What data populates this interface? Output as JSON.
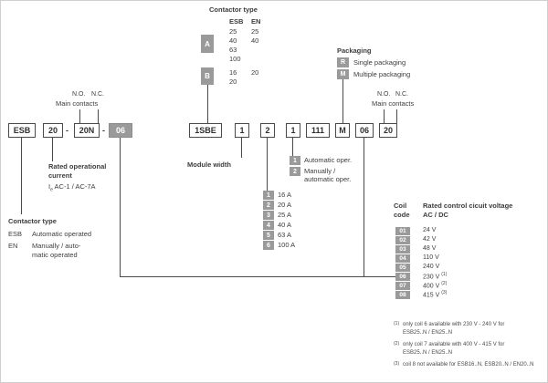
{
  "top_table": {
    "title": "Contactor type",
    "header": {
      "c1": "ESB",
      "c2": "EN"
    },
    "a_code": "A",
    "a_rows": [
      {
        "c1": "25",
        "c2": "25"
      },
      {
        "c1": "40",
        "c2": "40"
      },
      {
        "c1": "63",
        "c2": ""
      },
      {
        "c1": "100",
        "c2": ""
      }
    ],
    "b_code": "B",
    "b_rows": [
      {
        "c1": "16",
        "c2": "20"
      },
      {
        "c1": "20",
        "c2": ""
      }
    ]
  },
  "packaging": {
    "title": "Packaging",
    "options": [
      {
        "code": "R",
        "label": "Single packaging"
      },
      {
        "code": "M",
        "label": "Multiple packaging"
      }
    ]
  },
  "contacts_left": {
    "no": "N.O.",
    "nc": "N.C.",
    "label": "Main contacts"
  },
  "contacts_right": {
    "no": "N.O.",
    "nc": "N.C.",
    "label": "Main contacts"
  },
  "code1": {
    "f1": "ESB",
    "f2": "20",
    "sep": "-",
    "f3": "20N",
    "f4": "06"
  },
  "code2": {
    "f1": "1SBE",
    "f2": "1",
    "f3": "2",
    "f4": "1",
    "f5": "111",
    "f6": "M",
    "f7": "06",
    "f8": "20"
  },
  "legend": {
    "title": "Contactor type",
    "r1_code": "ESB",
    "r1_label": "Automatic operated",
    "r2_code": "EN",
    "r2_label1": "Manually / auto-",
    "r2_label2": "matic operated"
  },
  "rated": {
    "title1": "Rated operational",
    "title2": "current",
    "sym": "I",
    "sym_sub": "e",
    "rest": " AC-1 / AC-7A"
  },
  "module_width": {
    "label": "Module width"
  },
  "operation": {
    "o1_code": "1",
    "o1_label": "Automatic oper.",
    "o2_code": "2",
    "o2_label1": "Manually /",
    "o2_label2": "automatic oper."
  },
  "currents": {
    "rows": [
      {
        "code": "1",
        "label": "16 A"
      },
      {
        "code": "2",
        "label": "20 A"
      },
      {
        "code": "3",
        "label": "25 A"
      },
      {
        "code": "4",
        "label": "40 A"
      },
      {
        "code": "5",
        "label": "63 A"
      },
      {
        "code": "6",
        "label": "100 A"
      }
    ]
  },
  "coil": {
    "t1": "Coil",
    "t2": "code",
    "v1": "Rated control cicuit voltage",
    "v2": "AC / DC",
    "rows": [
      {
        "code": "01",
        "label": "24 V",
        "note": ""
      },
      {
        "code": "02",
        "label": "42 V",
        "note": ""
      },
      {
        "code": "03",
        "label": "48 V",
        "note": ""
      },
      {
        "code": "04",
        "label": "110 V",
        "note": ""
      },
      {
        "code": "05",
        "label": "240 V",
        "note": ""
      },
      {
        "code": "06",
        "label": "230 V",
        "note": "(1)"
      },
      {
        "code": "07",
        "label": "400 V",
        "note": "(2)"
      },
      {
        "code": "08",
        "label": "415 V",
        "note": "(3)"
      }
    ]
  },
  "footnotes": [
    {
      "marker": "(1)",
      "line1": "only coil 6 available with 230 V - 240 V for",
      "line2": "ESB25..N / EN25..N"
    },
    {
      "marker": "(2)",
      "line1": "only coil 7 available with 400 V - 415 V for",
      "line2": "ESB25..N / EN25..N"
    },
    {
      "marker": "(3)",
      "line1": "coil 8 not available for ESB16..N, ESB20..N / EN20..N",
      "line2": ""
    }
  ]
}
